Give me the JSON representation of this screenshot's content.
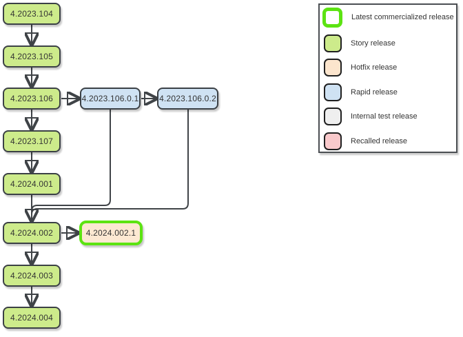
{
  "diagram": {
    "nodes": [
      {
        "id": "n104",
        "label": "4.2023.104",
        "type": "story"
      },
      {
        "id": "n105",
        "label": "4.2023.105",
        "type": "story"
      },
      {
        "id": "n106",
        "label": "4.2023.106",
        "type": "story"
      },
      {
        "id": "n107",
        "label": "4.2023.107",
        "type": "story"
      },
      {
        "id": "n2024001",
        "label": "4.2024.001",
        "type": "story"
      },
      {
        "id": "n2024002",
        "label": "4.2024.002",
        "type": "story"
      },
      {
        "id": "n2024003",
        "label": "4.2024.003",
        "type": "story"
      },
      {
        "id": "n2024004",
        "label": "4.2024.004",
        "type": "story"
      },
      {
        "id": "r10601",
        "label": "4.2023.106.0.1",
        "type": "rapid"
      },
      {
        "id": "r10602",
        "label": "4.2023.106.0.2",
        "type": "rapid"
      },
      {
        "id": "h20021",
        "label": "4.2024.002.1",
        "type": "hotfix",
        "latest_commercialized": true
      }
    ],
    "edges": [
      {
        "from": "4.2023.104",
        "to": "4.2023.105"
      },
      {
        "from": "4.2023.105",
        "to": "4.2023.106"
      },
      {
        "from": "4.2023.106",
        "to": "4.2023.107"
      },
      {
        "from": "4.2023.107",
        "to": "4.2024.001"
      },
      {
        "from": "4.2024.001",
        "to": "4.2024.002"
      },
      {
        "from": "4.2024.002",
        "to": "4.2024.003"
      },
      {
        "from": "4.2024.003",
        "to": "4.2024.004"
      },
      {
        "from": "4.2023.106",
        "to": "4.2023.106.0.1"
      },
      {
        "from": "4.2023.106.0.1",
        "to": "4.2023.106.0.2"
      },
      {
        "from": "4.2023.106.0.1",
        "to": "4.2024.002"
      },
      {
        "from": "4.2023.106.0.2",
        "to": "4.2024.002"
      },
      {
        "from": "4.2024.002",
        "to": "4.2024.002.1"
      }
    ]
  },
  "legend": {
    "items": [
      {
        "label": "Latest commercialized release",
        "swatch": "latest"
      },
      {
        "label": "Story release",
        "swatch": "story"
      },
      {
        "label": "Hotfix release",
        "swatch": "hotfix"
      },
      {
        "label": "Rapid release",
        "swatch": "rapid"
      },
      {
        "label": "Internal test release",
        "swatch": "internal"
      },
      {
        "label": "Recalled release",
        "swatch": "recalled"
      }
    ]
  },
  "colors": {
    "story_fill": "#cdeb8b",
    "rapid_fill": "#cfe2f3",
    "hotfix_fill": "#fce8d2",
    "internal_fill": "#efefef",
    "recalled_fill": "#f9c9cb",
    "latest_border": "#5ce312",
    "node_border": "#3b4045",
    "edge_stroke": "#3f4347",
    "text": "#333333"
  }
}
